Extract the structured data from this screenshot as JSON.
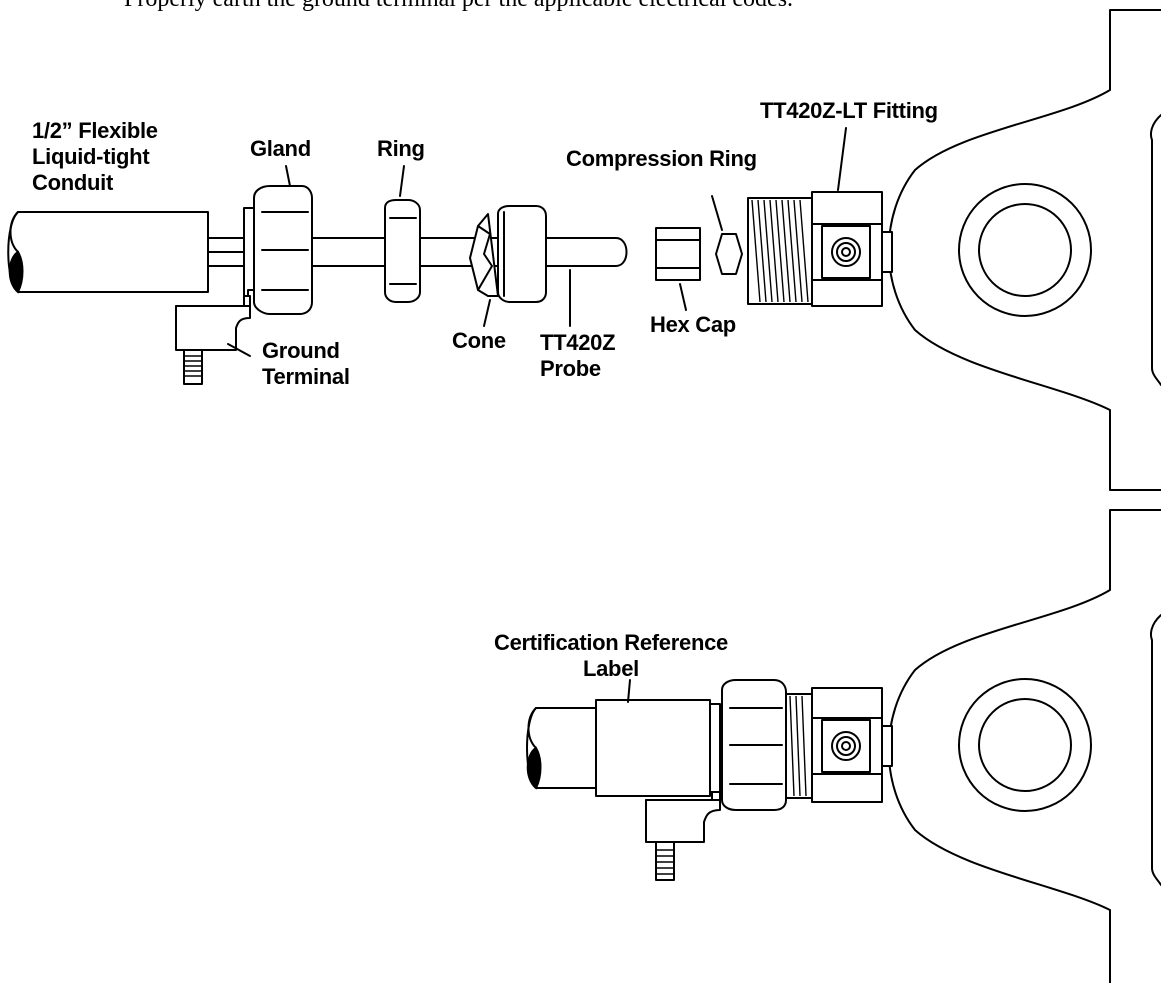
{
  "header_text": "Properly earth the ground terminal per the applicable electrical codes.",
  "top_view": {
    "labels": {
      "conduit": [
        "1/2” Flexible",
        "Liquid-tight",
        "Conduit"
      ],
      "gland": "Gland",
      "ring": "Ring",
      "compression_ring": "Compression Ring",
      "fitting": "TT420Z-LT Fitting",
      "ground_terminal": [
        "Ground",
        "Terminal"
      ],
      "cone": "Cone",
      "probe": [
        "TT420Z",
        "Probe"
      ],
      "hex_cap": "Hex Cap"
    }
  },
  "bottom_view": {
    "labels": {
      "cert_label": [
        "Certification Reference",
        "Label"
      ]
    }
  }
}
